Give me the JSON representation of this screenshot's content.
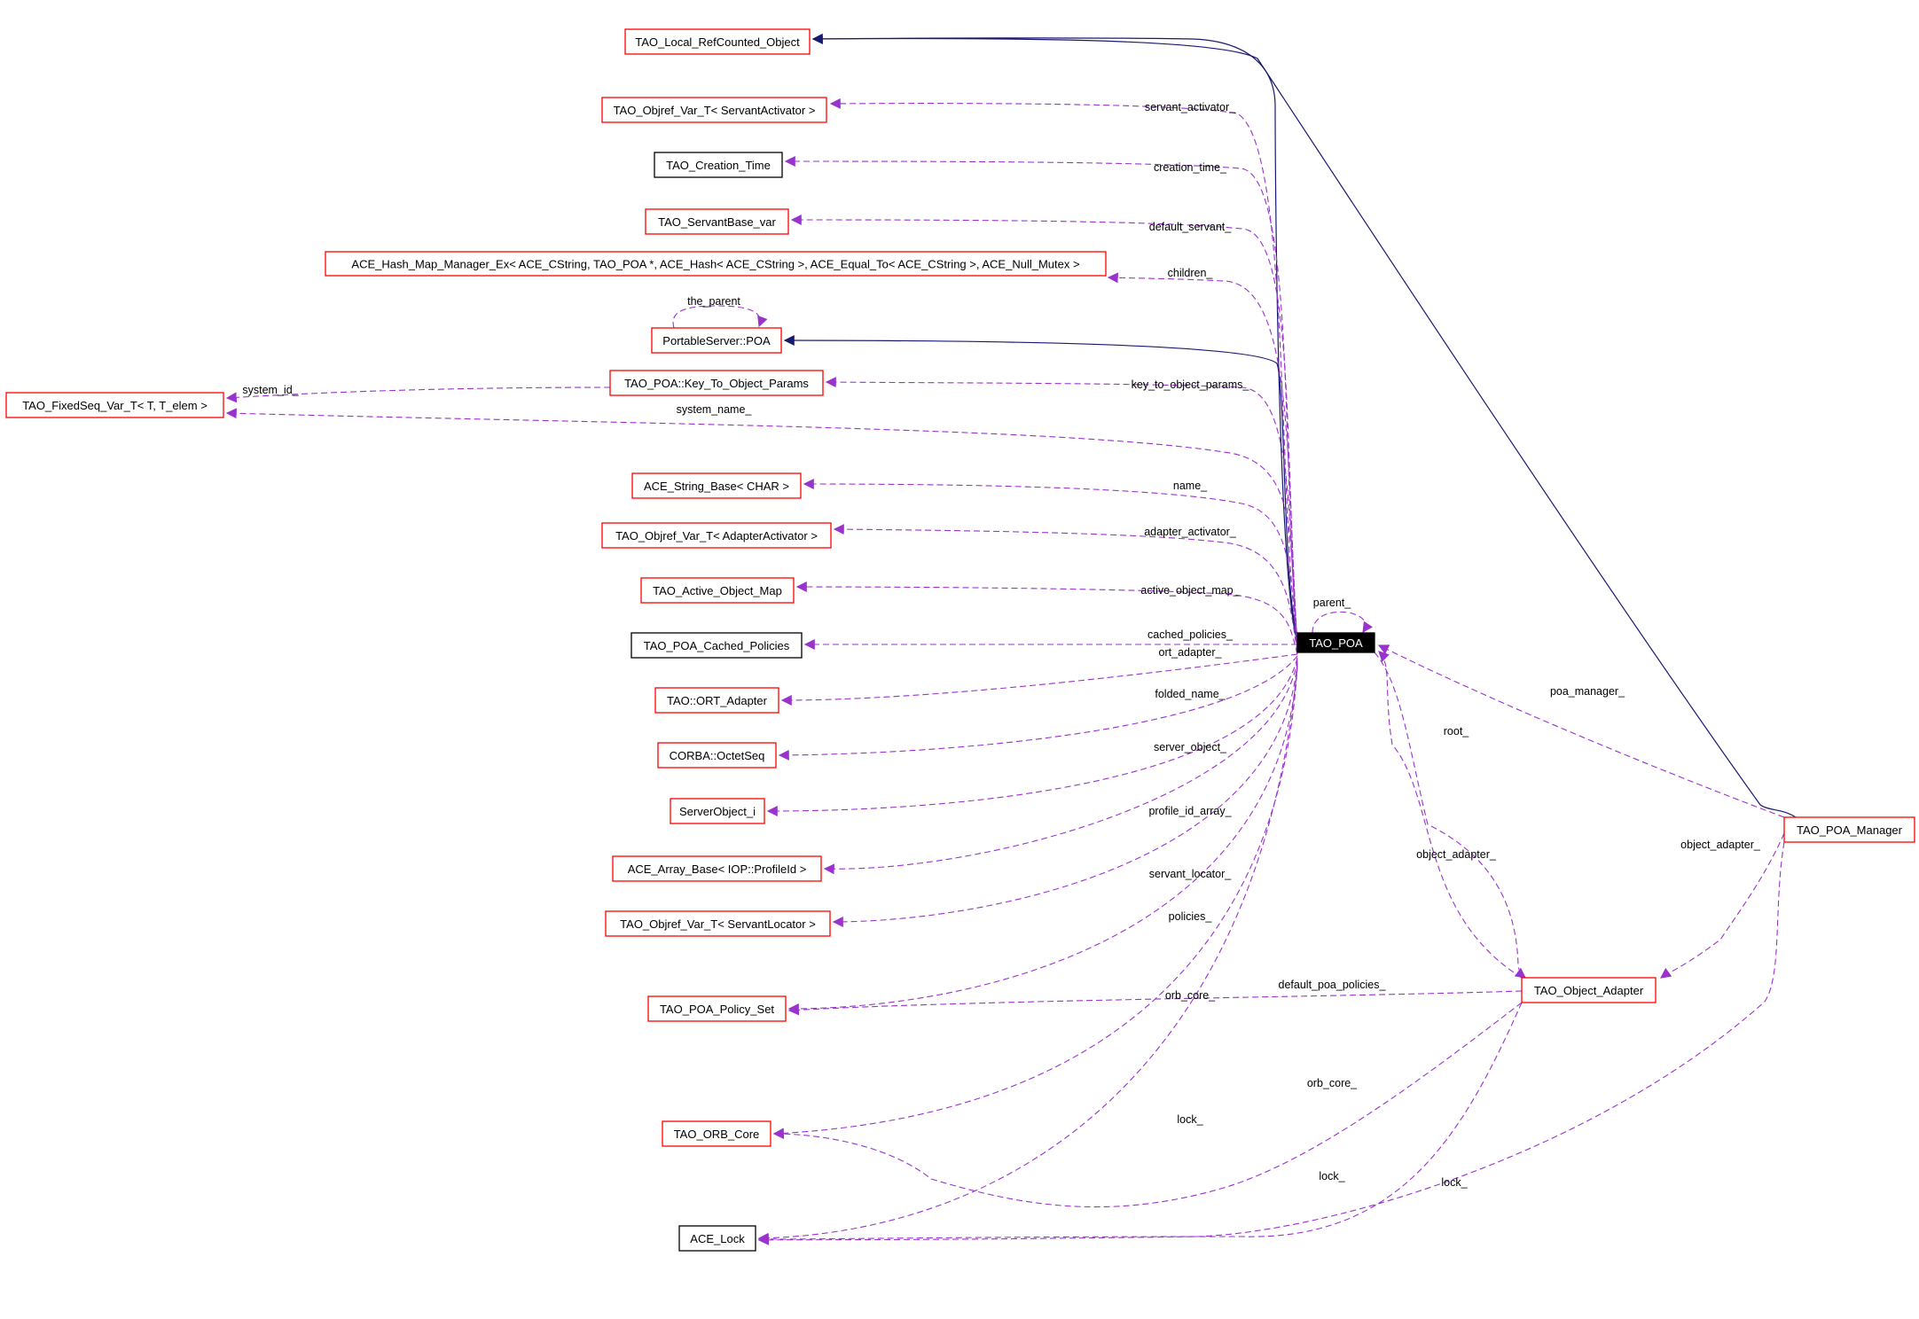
{
  "colors": {
    "background": "#ffffff",
    "node_border_red": "#ff0000",
    "node_border_black": "#000000",
    "highlight_fill": "#000000",
    "highlight_text": "#ffffff",
    "usage_edge": "#9a32cd",
    "inheritance_edge": "#191970"
  },
  "nodes": [
    {
      "id": "local_refcounted",
      "label": "TAO_Local_RefCounted_Object",
      "border": "red"
    },
    {
      "id": "objref_servant_activator",
      "label": "TAO_Objref_Var_T< ServantActivator >",
      "border": "red"
    },
    {
      "id": "creation_time",
      "label": "TAO_Creation_Time",
      "border": "black"
    },
    {
      "id": "servantbase_var",
      "label": "TAO_ServantBase_var",
      "border": "red"
    },
    {
      "id": "hash_map_manager",
      "label": "ACE_Hash_Map_Manager_Ex< ACE_CString, TAO_POA *, ACE_Hash< ACE_CString >, ACE_Equal_To< ACE_CString >, ACE_Null_Mutex >",
      "border": "red"
    },
    {
      "id": "portableserver_poa",
      "label": "PortableServer::POA",
      "border": "red"
    },
    {
      "id": "key_to_object_params",
      "label": "TAO_POA::Key_To_Object_Params",
      "border": "red"
    },
    {
      "id": "fixedseq_var",
      "label": "TAO_FixedSeq_Var_T< T, T_elem >",
      "border": "red"
    },
    {
      "id": "string_base",
      "label": "ACE_String_Base< CHAR >",
      "border": "red"
    },
    {
      "id": "objref_adapter_activator",
      "label": "TAO_Objref_Var_T< AdapterActivator >",
      "border": "red"
    },
    {
      "id": "active_object_map",
      "label": "TAO_Active_Object_Map",
      "border": "red"
    },
    {
      "id": "cached_policies",
      "label": "TAO_POA_Cached_Policies",
      "border": "black"
    },
    {
      "id": "ort_adapter",
      "label": "TAO::ORT_Adapter",
      "border": "red"
    },
    {
      "id": "octetseq",
      "label": "CORBA::OctetSeq",
      "border": "red"
    },
    {
      "id": "serverobject_i",
      "label": "ServerObject_i",
      "border": "red"
    },
    {
      "id": "array_base",
      "label": "ACE_Array_Base< IOP::ProfileId >",
      "border": "red"
    },
    {
      "id": "objref_servant_locator",
      "label": "TAO_Objref_Var_T< ServantLocator >",
      "border": "red"
    },
    {
      "id": "poa_policy_set",
      "label": "TAO_POA_Policy_Set",
      "border": "red"
    },
    {
      "id": "orb_core",
      "label": "TAO_ORB_Core",
      "border": "red"
    },
    {
      "id": "ace_lock",
      "label": "ACE_Lock",
      "border": "black"
    },
    {
      "id": "tao_poa",
      "label": "TAO_POA",
      "border": "highlight"
    },
    {
      "id": "poa_manager",
      "label": "TAO_POA_Manager",
      "border": "red"
    },
    {
      "id": "object_adapter",
      "label": "TAO_Object_Adapter",
      "border": "red"
    }
  ],
  "edges": [
    {
      "id": "tao_poa-local_refcounted",
      "from": "tao_poa",
      "to": "local_refcounted",
      "kind": "inheritance",
      "label": ""
    },
    {
      "id": "poa_manager-local_refcounted",
      "from": "poa_manager",
      "to": "local_refcounted",
      "kind": "inheritance",
      "label": ""
    },
    {
      "id": "tao_poa-portableserver_poa",
      "from": "tao_poa",
      "to": "portableserver_poa",
      "kind": "inheritance",
      "label": ""
    },
    {
      "id": "portableserver_poa-self",
      "from": "portableserver_poa",
      "to": "portableserver_poa",
      "kind": "usage",
      "label": "the_parent"
    },
    {
      "id": "servant_activator_",
      "from": "tao_poa",
      "to": "objref_servant_activator",
      "kind": "usage",
      "label": "servant_activator_"
    },
    {
      "id": "creation_time_",
      "from": "tao_poa",
      "to": "creation_time",
      "kind": "usage",
      "label": "creation_time_"
    },
    {
      "id": "default_servant_",
      "from": "tao_poa",
      "to": "servantbase_var",
      "kind": "usage",
      "label": "default_servant_"
    },
    {
      "id": "children_",
      "from": "tao_poa",
      "to": "hash_map_manager",
      "kind": "usage",
      "label": "children_"
    },
    {
      "id": "key_to_object_params_",
      "from": "tao_poa",
      "to": "key_to_object_params",
      "kind": "usage",
      "label": "key_to_object_params_"
    },
    {
      "id": "system_id_",
      "from": "key_to_object_params",
      "to": "fixedseq_var",
      "kind": "usage",
      "label": "system_id_"
    },
    {
      "id": "system_name_",
      "from": "tao_poa",
      "to": "fixedseq_var",
      "kind": "usage",
      "label": "system_name_"
    },
    {
      "id": "name_",
      "from": "tao_poa",
      "to": "string_base",
      "kind": "usage",
      "label": "name_"
    },
    {
      "id": "adapter_activator_",
      "from": "tao_poa",
      "to": "objref_adapter_activator",
      "kind": "usage",
      "label": "adapter_activator_"
    },
    {
      "id": "active_object_map_",
      "from": "tao_poa",
      "to": "active_object_map",
      "kind": "usage",
      "label": "active_object_map_"
    },
    {
      "id": "cached_policies_",
      "from": "tao_poa",
      "to": "cached_policies",
      "kind": "usage",
      "label": "cached_policies_"
    },
    {
      "id": "ort_adapter_",
      "from": "tao_poa",
      "to": "ort_adapter",
      "kind": "usage",
      "label": "ort_adapter_"
    },
    {
      "id": "folded_name_",
      "from": "tao_poa",
      "to": "octetseq",
      "kind": "usage",
      "label": "folded_name_"
    },
    {
      "id": "server_object_",
      "from": "tao_poa",
      "to": "serverobject_i",
      "kind": "usage",
      "label": "server_object_"
    },
    {
      "id": "profile_id_array_",
      "from": "tao_poa",
      "to": "array_base",
      "kind": "usage",
      "label": "profile_id_array_"
    },
    {
      "id": "servant_locator_",
      "from": "tao_poa",
      "to": "objref_servant_locator",
      "kind": "usage",
      "label": "servant_locator_"
    },
    {
      "id": "policies_",
      "from": "tao_poa",
      "to": "poa_policy_set",
      "kind": "usage",
      "label": "policies_"
    },
    {
      "id": "default_poa_policies_",
      "from": "object_adapter",
      "to": "poa_policy_set",
      "kind": "usage",
      "label": "default_poa_policies_"
    },
    {
      "id": "orb_core_poa",
      "from": "tao_poa",
      "to": "orb_core",
      "kind": "usage",
      "label": "orb_core_"
    },
    {
      "id": "orb_core_oa",
      "from": "object_adapter",
      "to": "orb_core",
      "kind": "usage",
      "label": "orb_core_"
    },
    {
      "id": "lock_poa",
      "from": "tao_poa",
      "to": "ace_lock",
      "kind": "usage",
      "label": "lock_"
    },
    {
      "id": "lock_oa",
      "from": "object_adapter",
      "to": "ace_lock",
      "kind": "usage",
      "label": "lock_"
    },
    {
      "id": "lock_mgr",
      "from": "poa_manager",
      "to": "ace_lock",
      "kind": "usage",
      "label": "lock_"
    },
    {
      "id": "parent_",
      "from": "tao_poa",
      "to": "tao_poa",
      "kind": "usage",
      "label": "parent_"
    },
    {
      "id": "poa_manager_",
      "from": "poa_manager",
      "to": "tao_poa",
      "kind": "usage",
      "label": "poa_manager_"
    },
    {
      "id": "root_",
      "from": "object_adapter",
      "to": "tao_poa",
      "kind": "usage",
      "label": "root_"
    },
    {
      "id": "object_adapter_poa",
      "from": "tao_poa",
      "to": "object_adapter",
      "kind": "usage",
      "label": "object_adapter_"
    },
    {
      "id": "object_adapter_mgr",
      "from": "poa_manager",
      "to": "object_adapter",
      "kind": "usage",
      "label": "object_adapter_"
    }
  ]
}
